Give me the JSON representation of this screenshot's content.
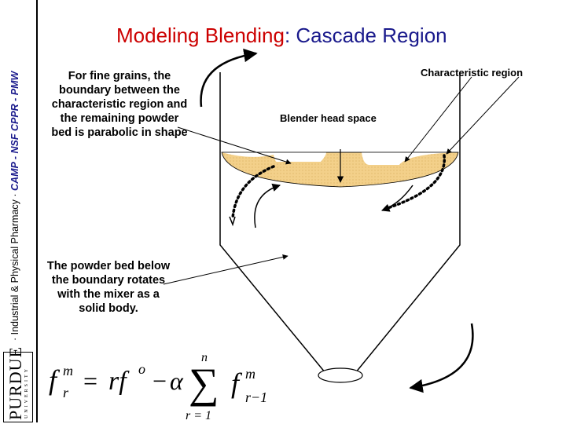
{
  "sidebar": {
    "text_part1": "· Industrial & Physical Pharmacy · ",
    "text_part2": "CAMP - NSF CPPR - PMW",
    "logo": {
      "word": "PURDUE",
      "sub": "UNIVERSITY"
    }
  },
  "title": {
    "part1": "Modeling Blending",
    "part2": ": Cascade Region"
  },
  "notes": {
    "fine_grains": "For fine grains, the boundary between the characteristic region and the remaining powder bed is parabolic in shape",
    "solid_body": "The powder bed below the boundary rotates with the mixer as a solid body."
  },
  "labels": {
    "characteristic_region": "Characteristic region",
    "head_space": "Blender head space"
  },
  "colors": {
    "powder_fill": "#f3d08a",
    "title_red": "#cc0000",
    "title_blue": "#1a1a8c"
  },
  "formula": {
    "lhs_base": "f",
    "lhs_sup": "m",
    "lhs_sub": "r",
    "eq": "=",
    "rf": "rf",
    "rf_sup": "o",
    "minus": "−",
    "alpha": "α",
    "sigma": "∑",
    "sum_upper": "n",
    "sum_lower": "r = 1",
    "term_base": "f",
    "term_sup": "m",
    "term_sub": "r−1"
  }
}
